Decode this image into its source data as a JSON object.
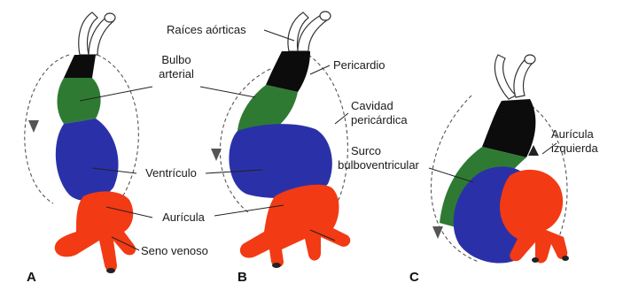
{
  "colors": {
    "aortic_roots": "#ffffff",
    "black_segment": "#0c0c0c",
    "bulbus": "#2f7a33",
    "ventricle": "#2a31a8",
    "atrium": "#f23a14",
    "background": "#ffffff"
  },
  "panels": {
    "a": {
      "letter": "A"
    },
    "b": {
      "letter": "B"
    },
    "c": {
      "letter": "C"
    }
  },
  "labels": {
    "bulbo_line1": "Bulbo",
    "bulbo_line2": "arterial",
    "ventriculo": "Ventrículo",
    "auricula": "Aurícula",
    "seno_venoso": "Seno venoso",
    "raices_aorticas": "Raíces aórticas",
    "pericardio": "Pericardio",
    "cavidad_line1": "Cavidad",
    "cavidad_line2": "pericárdica",
    "surco_line1": "Surco",
    "surco_line2": "bulboventricular",
    "auricula_izq_line1": "Aurícula",
    "auricula_izq_line2": "izquierda"
  }
}
